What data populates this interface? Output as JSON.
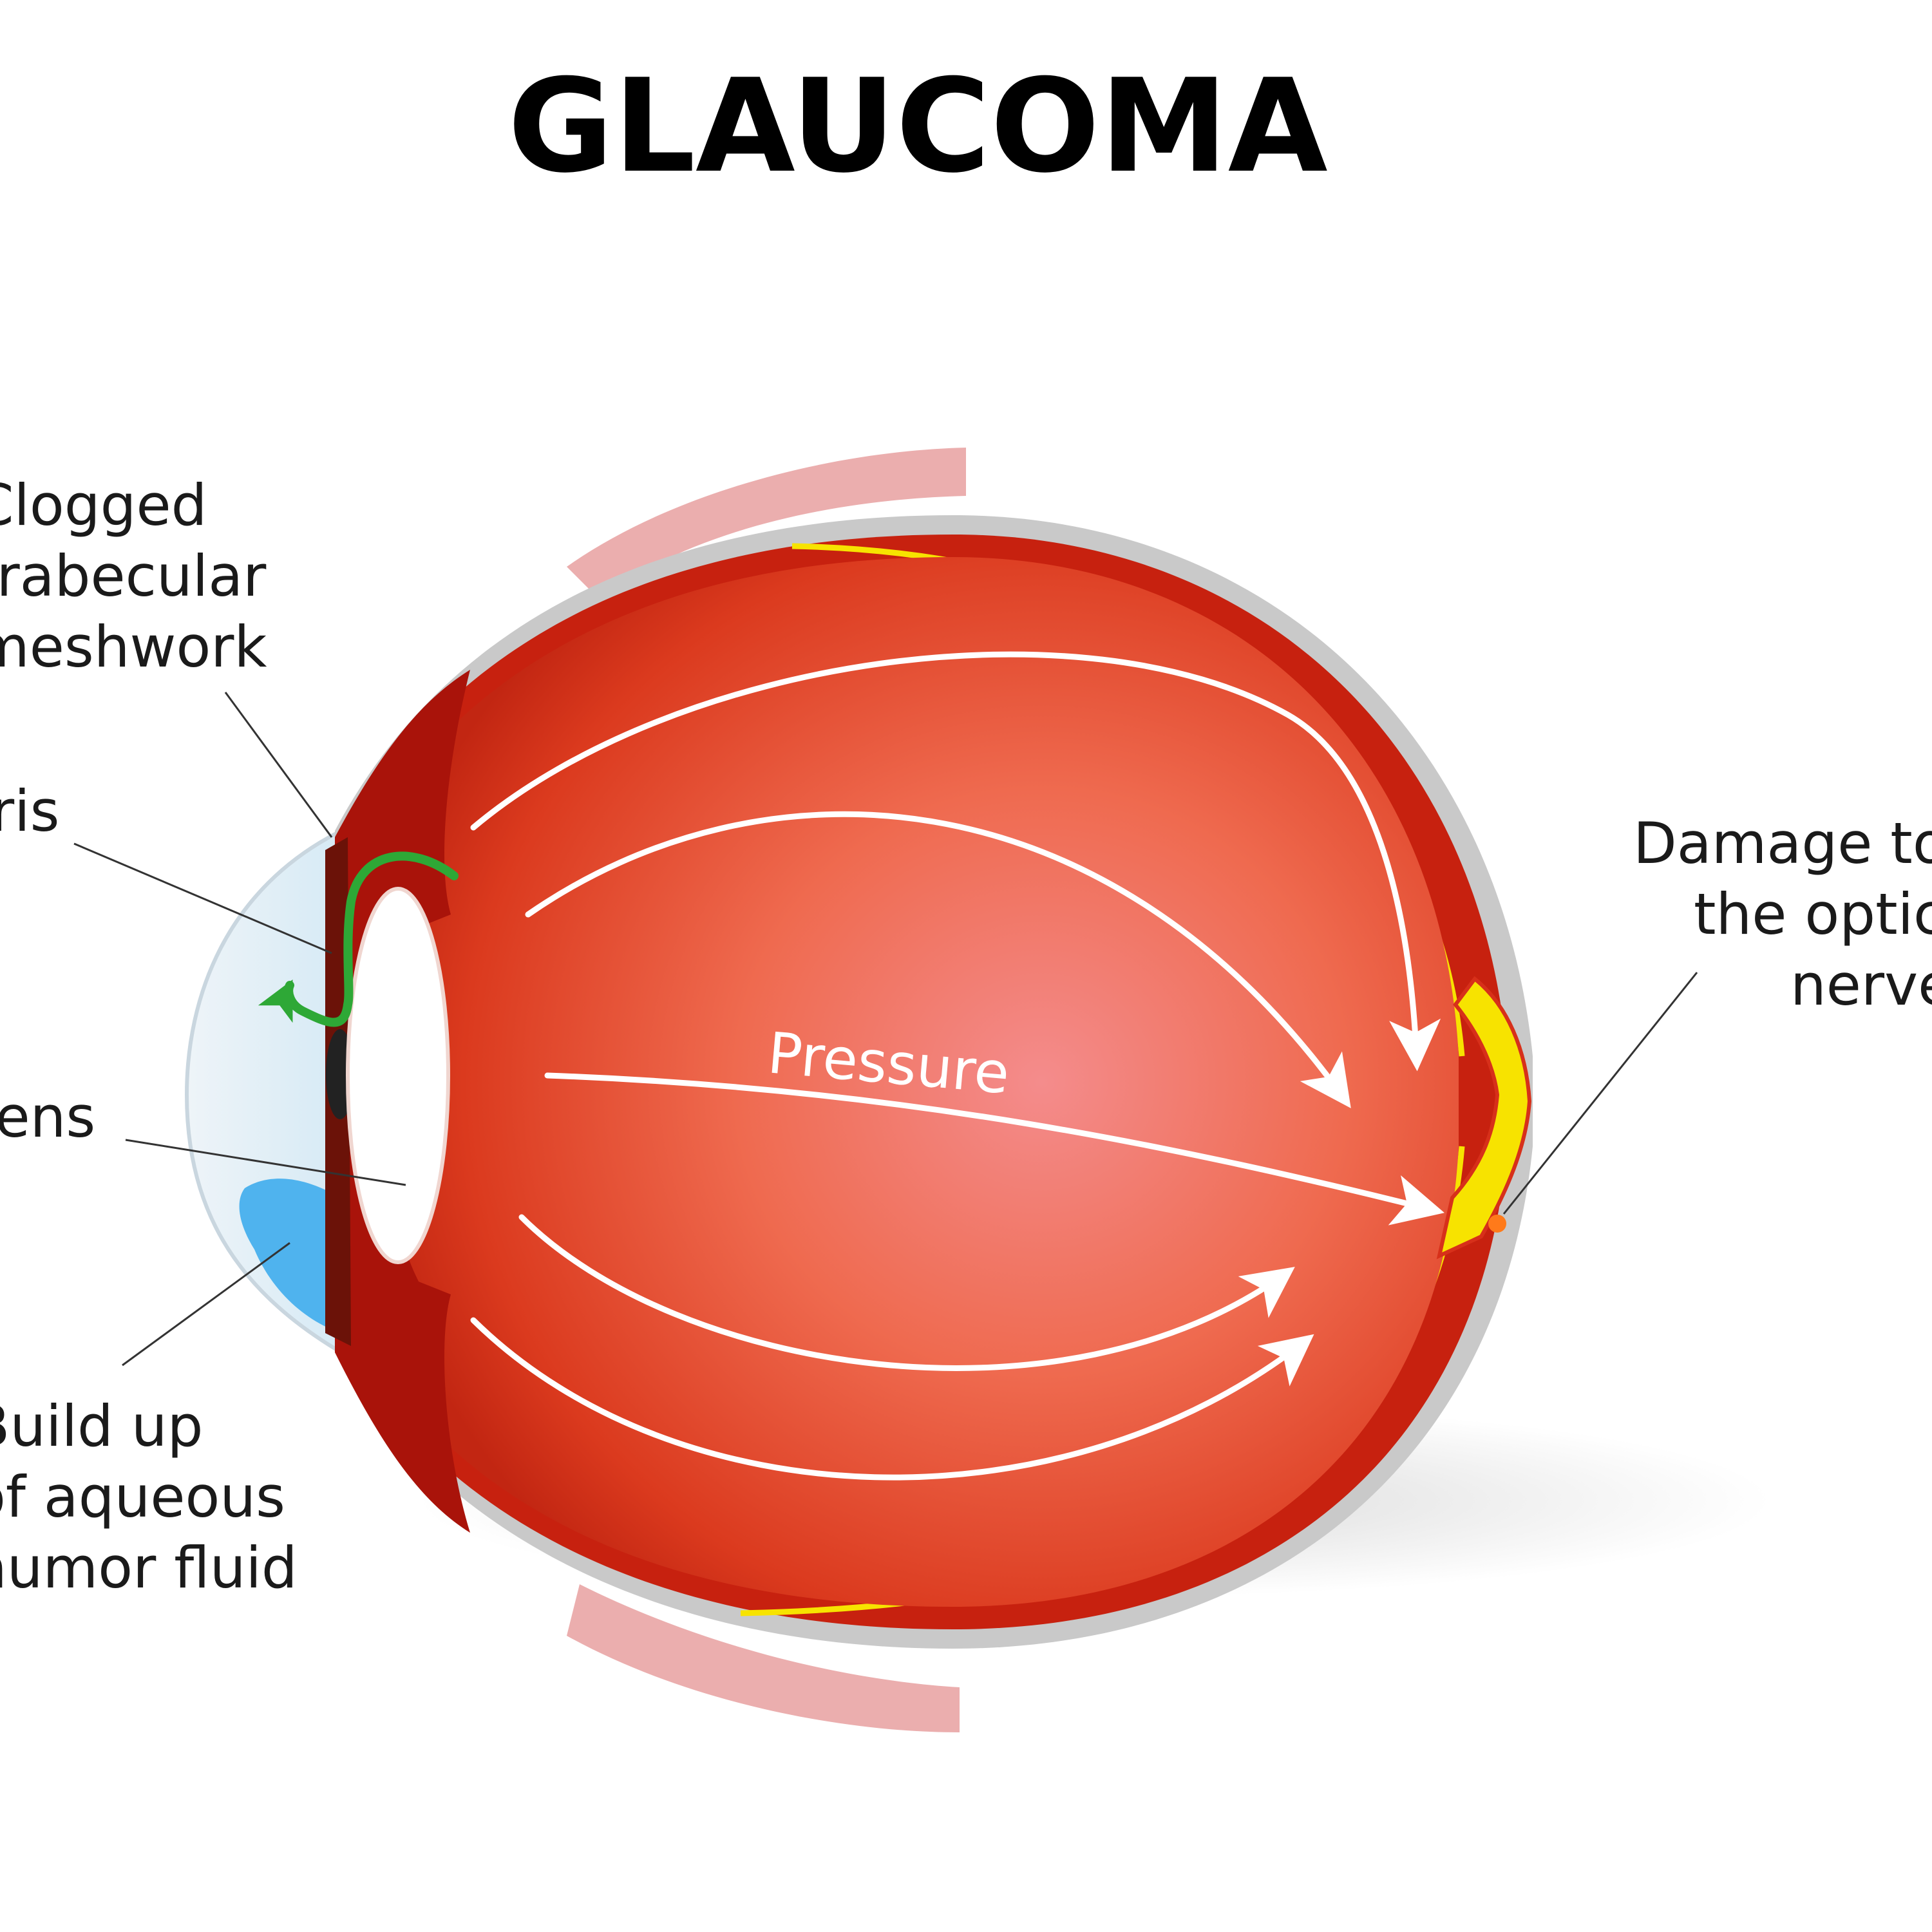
{
  "title": "GLAUCOMA",
  "labels": {
    "trabecular": [
      "Clogged",
      "trabecular",
      "meshwork"
    ],
    "iris": [
      "Iris"
    ],
    "lens": [
      "Lens"
    ],
    "buildup": [
      "Build up",
      "of aqueous",
      "humor fluid"
    ],
    "optic": [
      "Damage to",
      "the optic",
      "nerve"
    ],
    "pressure": "Pressure"
  },
  "colors": {
    "eye_red": "#d7301a",
    "eye_inner": "#f58c8a",
    "retina_yellow": "#f7e300",
    "sclera_gray": "#bdbdbd",
    "aqueous_blue": "#4fb3ee",
    "flow_arrow": "#2ea836",
    "muscle_pink": "#e9a5a5"
  }
}
